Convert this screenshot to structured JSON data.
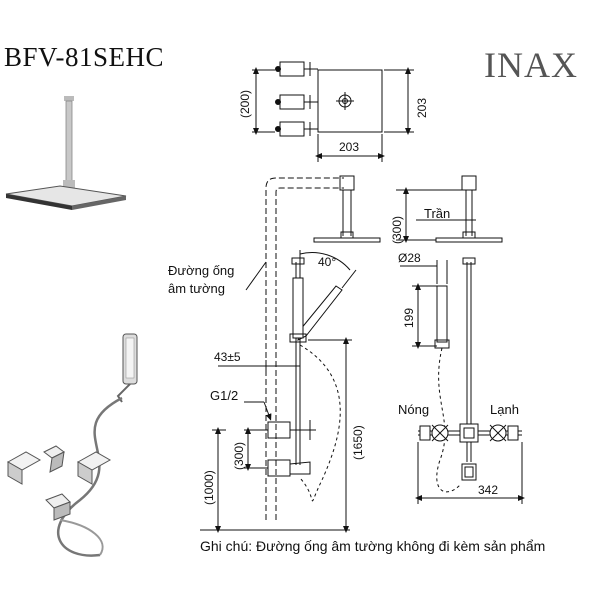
{
  "header": {
    "model": "BFV-81SEHC",
    "brand": "INAX"
  },
  "labels": {
    "ceiling": "Trần",
    "pipe_line1": "Đường ống",
    "pipe_line2": "âm tường",
    "hot": "Nóng",
    "cold": "Lạnh",
    "thread": "G1/2"
  },
  "dimensions": {
    "top_height_paren": "(200)",
    "top_height": "203",
    "top_width": "203",
    "arm_drop": "(300)",
    "angle": "40°",
    "diameter": "Ø28",
    "handshower_len": "199",
    "offset": "43±5",
    "valve_spacing": "(300)",
    "total_height": "(1650)",
    "floor_height": "(1000)",
    "width": "342"
  },
  "footer": {
    "note": "Ghi chú: Đường ống âm tường không đi kèm sản phẩm"
  }
}
